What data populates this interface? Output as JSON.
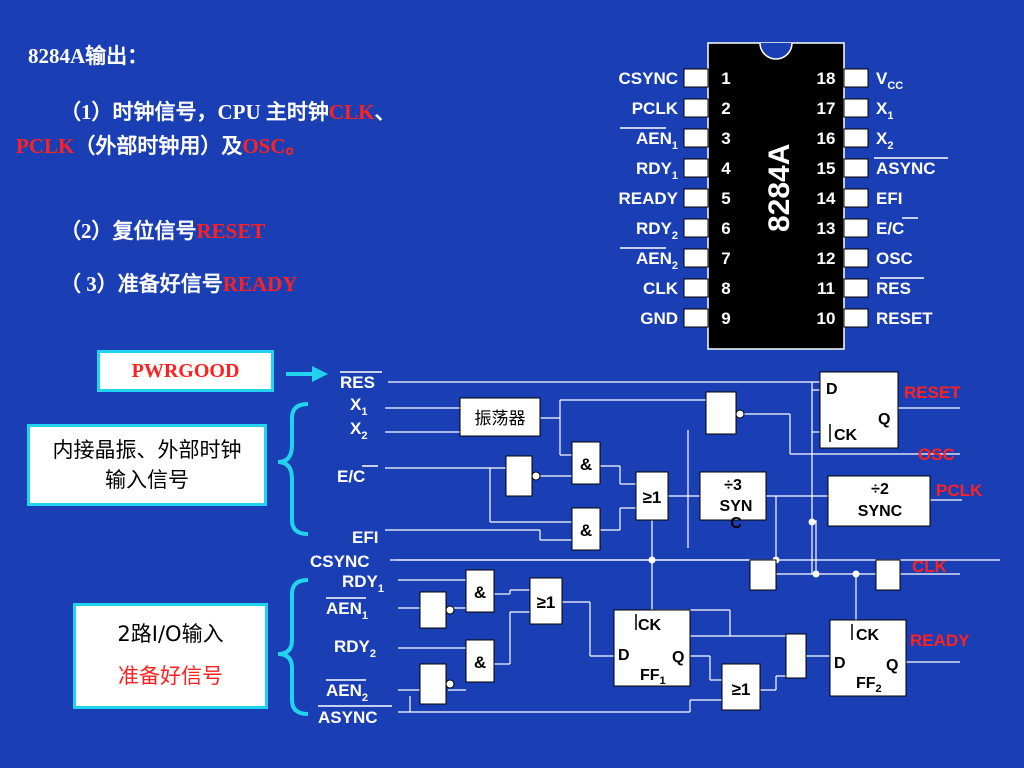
{
  "text": {
    "heading": "8284A输出：",
    "line1_pre": "（1）时钟信号，CPU 主时钟",
    "line1_clk": "CLK",
    "line1_sep": "、",
    "line2_pclk": "PCLK",
    "line2_mid": "（外部时钟用）及",
    "line2_osc": "OSC",
    "line2_end": "。",
    "line3_pre": "（2）复位信号",
    "line3_red": "RESET",
    "line4_pre": "（ 3）准备好信号",
    "line4_red": "READY"
  },
  "chip": {
    "name": "8284A",
    "left_pins": [
      {
        "num": "1",
        "label": "CSYNC"
      },
      {
        "num": "2",
        "label": "PCLK"
      },
      {
        "num": "3",
        "label": "AEN1"
      },
      {
        "num": "4",
        "label": "RDY1"
      },
      {
        "num": "5",
        "label": "READY"
      },
      {
        "num": "6",
        "label": "RDY2"
      },
      {
        "num": "7",
        "label": "AEN2"
      },
      {
        "num": "8",
        "label": "CLK"
      },
      {
        "num": "9",
        "label": "GND"
      }
    ],
    "right_pins": [
      {
        "num": "18",
        "label": "VCC"
      },
      {
        "num": "17",
        "label": "X1"
      },
      {
        "num": "16",
        "label": "X2"
      },
      {
        "num": "15",
        "label": "ASYNC"
      },
      {
        "num": "14",
        "label": "EFI"
      },
      {
        "num": "13",
        "label": "E/C"
      },
      {
        "num": "12",
        "label": "OSC"
      },
      {
        "num": "11",
        "label": "RES"
      },
      {
        "num": "10",
        "label": "RESET"
      }
    ]
  },
  "diagram": {
    "pwrgood": "PWRGOOD",
    "crystal_box": "内接晶振、外部时钟输入信号",
    "io_box_line1": "2路I/O输入",
    "io_box_line2": "准备好信号",
    "inputs": {
      "res": "RES",
      "x1": "X",
      "x2": "X",
      "ec": "E/C",
      "efi": "EFI",
      "csync": "CSYNC",
      "rdy1": "RDY",
      "aen1": "AEN",
      "rdy2": "RDY",
      "aen2": "AEN",
      "async": "ASYNC"
    },
    "blocks": {
      "osc": "振荡器",
      "and": "&",
      "or": "≥1",
      "div3_a": "÷3",
      "div3_b": "SYN",
      "div3_c": "C",
      "div2_a": "÷2",
      "div2_b": "SYNC",
      "dff_d": "D",
      "dff_q": "Q",
      "dff_ck": "CK",
      "ff1": "FF",
      "ff2": "FF"
    },
    "outputs": {
      "reset": "RESET",
      "osc": "OSC",
      "pclk": "PCLK",
      "clk": "CLK",
      "ready": "READY"
    }
  }
}
